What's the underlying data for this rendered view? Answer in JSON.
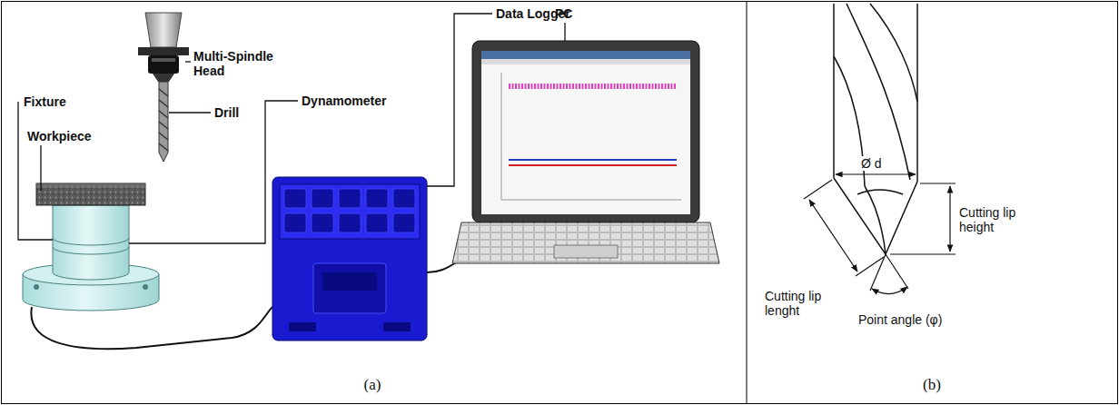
{
  "diagram": {
    "labels": [
      "Multi-Spindle Head",
      "Drill",
      "Fixture",
      "Workpiece",
      "Dynamometer",
      "Data Logger",
      "PC",
      "(a)",
      "Ø d",
      "Cutting lip height",
      "Cutting lip lenght",
      "Point angle (φ)",
      "(b)"
    ]
  }
}
